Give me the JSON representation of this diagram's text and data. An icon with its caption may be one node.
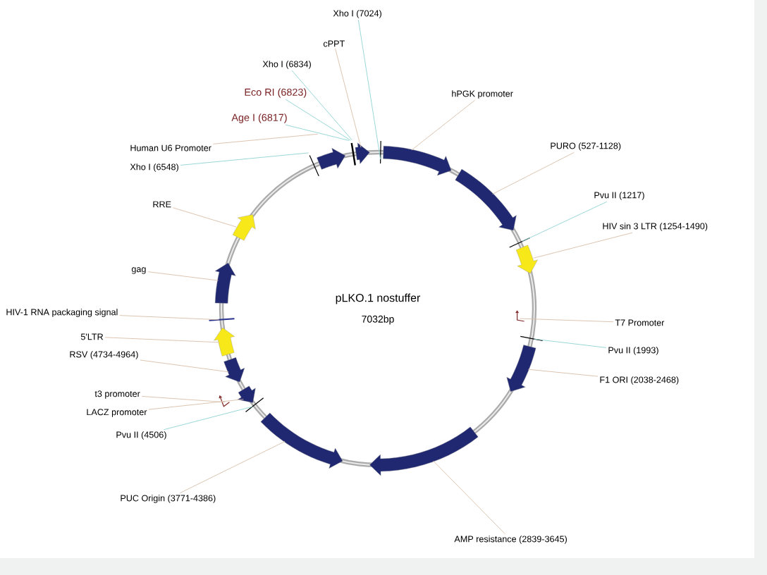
{
  "diagram": {
    "title": "pLKO.1 nostuffer",
    "nodes": [
      {
        "text": [
          "Xho I (7024)"
        ]
      },
      {
        "text": [
          "cPPT"
        ]
      },
      {
        "text": [
          "Xho I (6834)"
        ]
      },
      {
        "text": [
          "Eco RI (6823)"
        ]
      },
      {
        "text": [
          "Age I (6817)"
        ]
      },
      {
        "text": [
          "hPGK promoter"
        ]
      },
      {
        "text": [
          "Human U6 Promoter"
        ]
      },
      {
        "text": [
          "Xho I (6548)"
        ]
      },
      {
        "text": [
          "PURO (527-1128)"
        ]
      },
      {
        "text": [
          "Pvu II (1217)"
        ]
      },
      {
        "text": [
          "HIV sin 3 LTR (1254-1490)"
        ]
      },
      {
        "text": [
          "RRE"
        ]
      },
      {
        "text": [
          "gag"
        ]
      },
      {
        "text": [
          "HIV-1 RNA packaging signal"
        ]
      },
      {
        "text": [
          "T7 Promoter"
        ]
      },
      {
        "text": [
          "5'LTR"
        ]
      },
      {
        "text": [
          "RSV (4734-4964)"
        ]
      },
      {
        "text": [
          "Pvu II (1993)"
        ]
      },
      {
        "text": [
          "F1 ORI (2038-2468)"
        ]
      },
      {
        "text": [
          "t3 promoter"
        ]
      },
      {
        "text": [
          "LACZ promoter"
        ]
      },
      {
        "text": [
          "Pvu II (4506)"
        ]
      },
      {
        "text": [
          "PUC Origin (3771-4386)"
        ]
      },
      {
        "text": [
          "AMP resistance (2839-3645)"
        ]
      }
    ],
    "edges": [
      {
        "from": 0,
        "to": null,
        "arrow": "none",
        "color": "#8fd3d3"
      },
      {
        "from": 1,
        "to": null,
        "arrow": "none"
      },
      {
        "from": 2,
        "to": null,
        "arrow": "none",
        "color": "#8fd3d3"
      },
      {
        "from": 3,
        "to": null,
        "arrow": "none",
        "color": "#8fd3d3"
      },
      {
        "from": 4,
        "to": null,
        "arrow": "none",
        "color": "#8fd3d3"
      },
      {
        "from": 5,
        "to": null,
        "arrow": "none"
      },
      {
        "from": 6,
        "to": null,
        "arrow": "none"
      },
      {
        "from": 7,
        "to": null,
        "arrow": "none",
        "color": "#8fd3d3"
      },
      {
        "from": 8,
        "to": null,
        "arrow": "none"
      },
      {
        "from": 9,
        "to": null,
        "arrow": "none",
        "color": "#8fd3d3"
      },
      {
        "from": 10,
        "to": null,
        "arrow": "none"
      },
      {
        "from": 11,
        "to": null,
        "arrow": "none"
      },
      {
        "from": 12,
        "to": null,
        "arrow": "none"
      },
      {
        "from": 13,
        "to": null,
        "arrow": "none"
      },
      {
        "from": 14,
        "to": null,
        "arrow": "none"
      },
      {
        "from": 15,
        "to": null,
        "arrow": "none"
      },
      {
        "from": 16,
        "to": null,
        "arrow": "none"
      },
      {
        "from": 17,
        "to": null,
        "arrow": "none",
        "color": "#8fd3d3"
      },
      {
        "from": 18,
        "to": null,
        "arrow": "none"
      },
      {
        "from": 19,
        "to": null,
        "arrow": "none"
      },
      {
        "from": 20,
        "to": null,
        "arrow": "none"
      },
      {
        "from": 21,
        "to": null,
        "arrow": "none",
        "color": "#8fd3d3"
      },
      {
        "from": 22,
        "to": null,
        "arrow": "none"
      },
      {
        "from": 23,
        "to": null,
        "arrow": "none"
      }
    ],
    "labels": [
      "7032bp"
    ]
  }
}
